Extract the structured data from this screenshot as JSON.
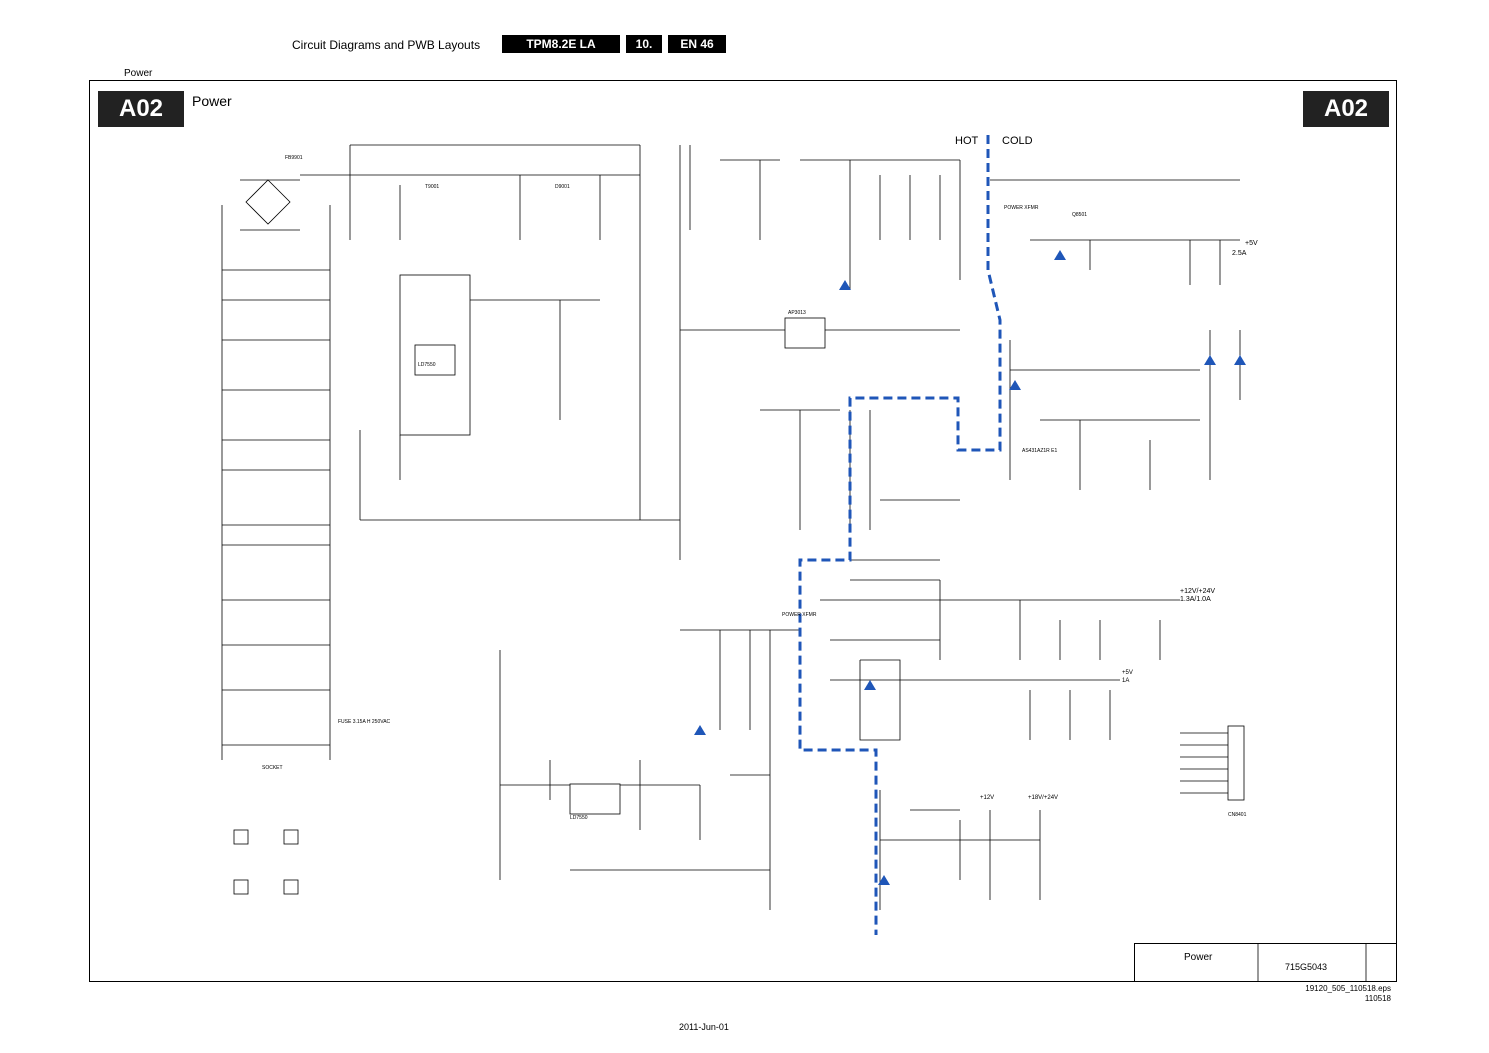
{
  "header": {
    "title": "Circuit Diagrams and PWB Layouts",
    "model": "TPM8.2E LA",
    "chapter": "10.",
    "lang": "EN 46"
  },
  "section_label": "Power",
  "badge_left": "A02",
  "badge_right": "A02",
  "diagram_title": "Power",
  "isolation": {
    "hot": "HOT",
    "cold": "COLD"
  },
  "title_block": {
    "name": "Power",
    "number": "715G5043"
  },
  "footer": {
    "file": "19120_505_110518.eps",
    "code": "110518",
    "date": "2011-Jun-01"
  },
  "outputs": {
    "v5": "+5V",
    "v5_current": "2.5A",
    "v12_24": "+12V/+24V",
    "v12_24_current": "1.3A/1.0A",
    "v4": "+5V",
    "v4_current": "1A",
    "v12": "+12V",
    "v18_24": "+18V/+24V"
  },
  "components": [
    {
      "ref": "F9901",
      "text": "FB9901"
    },
    {
      "ref": "D9001",
      "text": "D9001"
    },
    {
      "ref": "T9001",
      "text": "T9001"
    },
    {
      "ref": "IC9001",
      "text": "LD7550"
    },
    {
      "ref": "IC8501",
      "text": "AP3013"
    },
    {
      "ref": "T8501",
      "text": "POWER XFMR"
    },
    {
      "ref": "Q8501",
      "text": "Q8501"
    },
    {
      "ref": "IC8601",
      "text": "AS431AZ1R E1"
    },
    {
      "ref": "T8610",
      "text": "POWER XFMR"
    },
    {
      "ref": "IC8402",
      "text": "LD7550"
    },
    {
      "ref": "CN8401",
      "text": "CN8401"
    },
    {
      "ref": "F9001",
      "text": "FUSE 3.15A H 250VAC"
    },
    {
      "ref": "CN9001",
      "text": "SOCKET"
    }
  ],
  "colors": {
    "isolation_line": "#1f56b8",
    "ink": "#000000"
  }
}
